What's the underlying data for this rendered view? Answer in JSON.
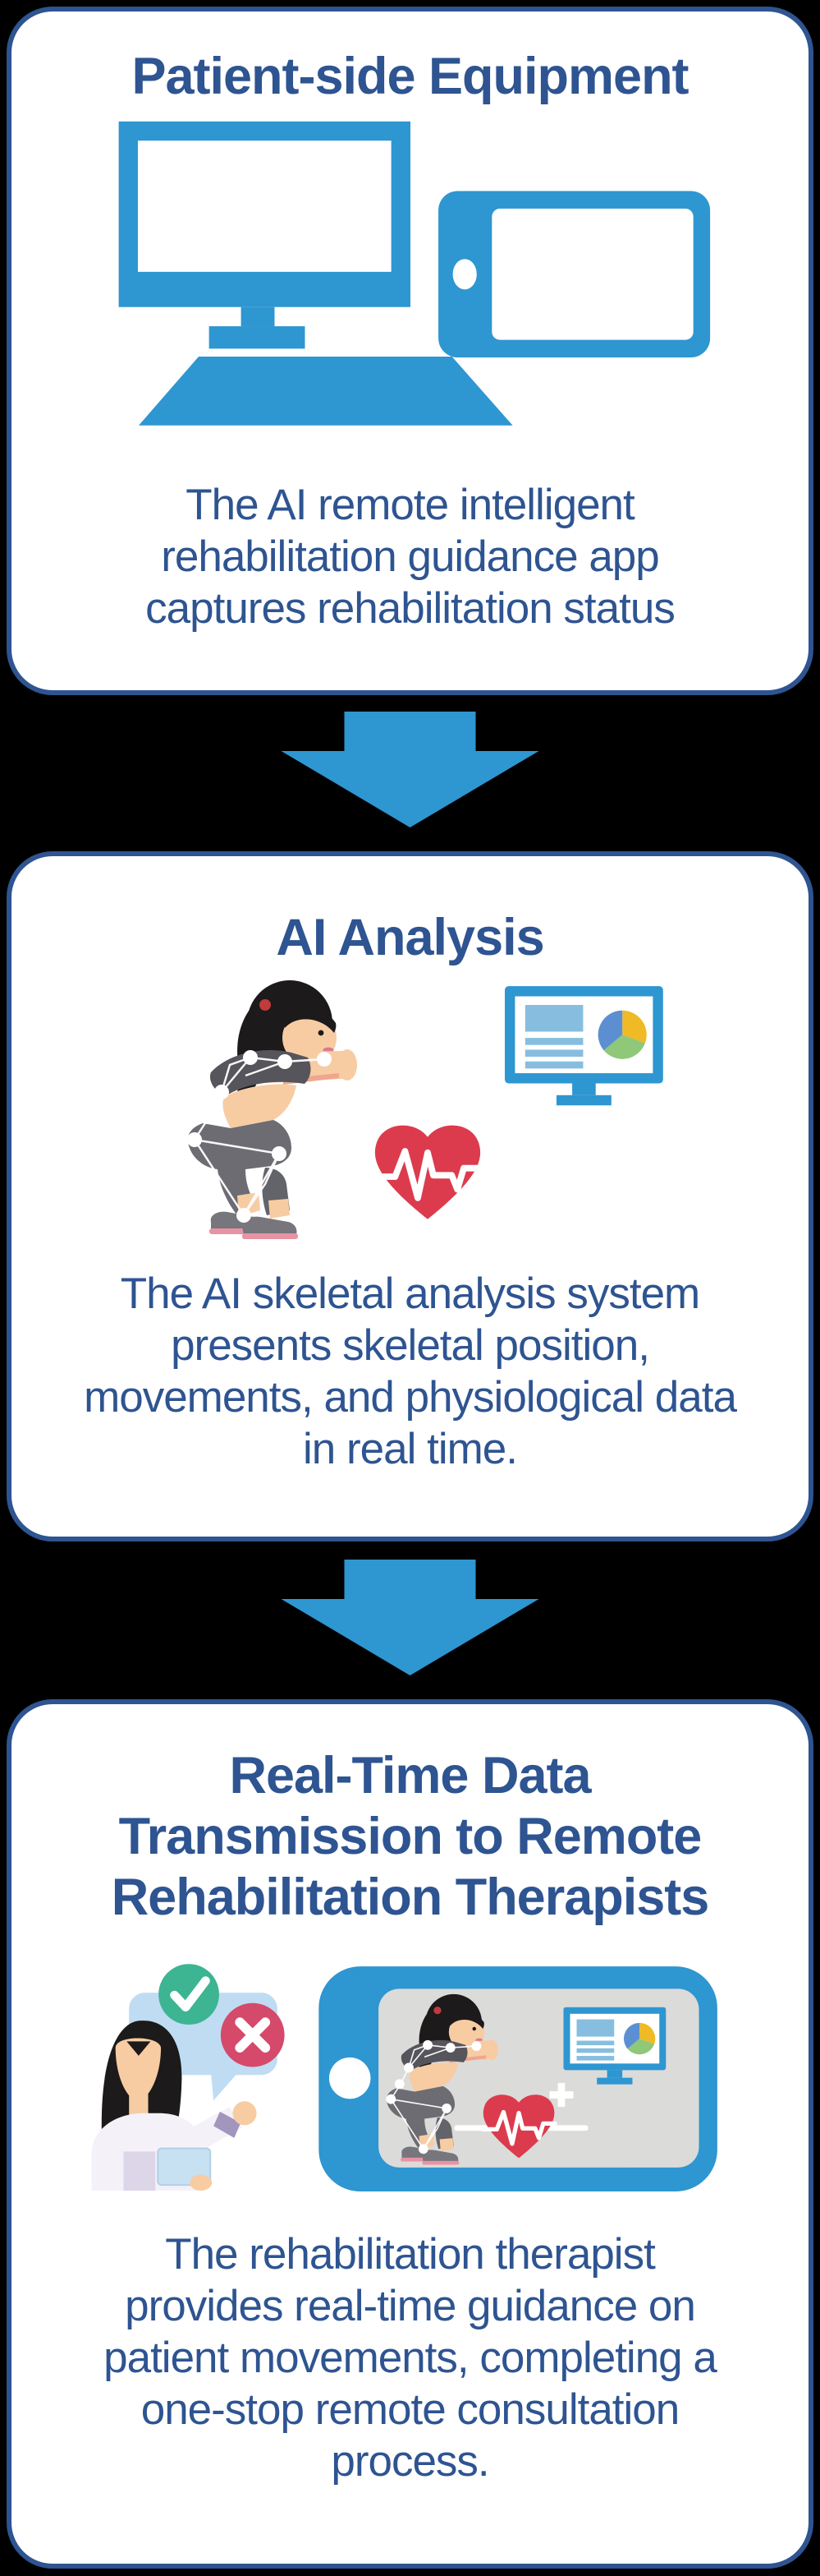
{
  "colors": {
    "background": "#000000",
    "card_border": "#2E5491",
    "text": "#2E5491",
    "icon_blue": "#2E96D1",
    "light_blue": "#87BEDF",
    "pie_blue": "#5C8FD2",
    "pie_yellow": "#F0BA26",
    "pie_green": "#8FC878",
    "heart_red": "#DC3B4D",
    "check_green": "#3DB492",
    "cross_red": "#D5496A",
    "speech_bubble_blue": "#BFDCF2",
    "tablet_screen_gray": "#DBDBD9"
  },
  "cards": [
    {
      "title": "Patient-side Equipment",
      "description_lines": [
        "The AI remote intelligent",
        "rehabilitation guidance app",
        "captures rehabilitation status"
      ],
      "icons": [
        "desktop-monitor-icon",
        "tablet-icon"
      ]
    },
    {
      "title": "AI Analysis",
      "description_lines": [
        "The AI skeletal analysis system",
        "presents skeletal position,",
        "movements, and physiological data",
        "in real time."
      ],
      "icons": [
        "squatting-patient-skeleton-figure",
        "heartbeat-heart-icon",
        "chart-monitor-icon"
      ]
    },
    {
      "title_lines": [
        "Real-Time Data",
        "Transmission to Remote",
        "Rehabilitation Therapists"
      ],
      "description_lines": [
        "The rehabilitation therapist",
        "provides real-time guidance on",
        "patient movements, completing a",
        "one-stop remote consultation",
        "process."
      ],
      "icons": [
        "therapist-figure",
        "check-icon",
        "cross-icon",
        "speech-bubble",
        "tablet-with-patient-view",
        "heartbeat-heart-icon",
        "chart-monitor-icon",
        "plus-icon"
      ]
    }
  ],
  "arrows": [
    "down-arrow",
    "down-arrow"
  ]
}
